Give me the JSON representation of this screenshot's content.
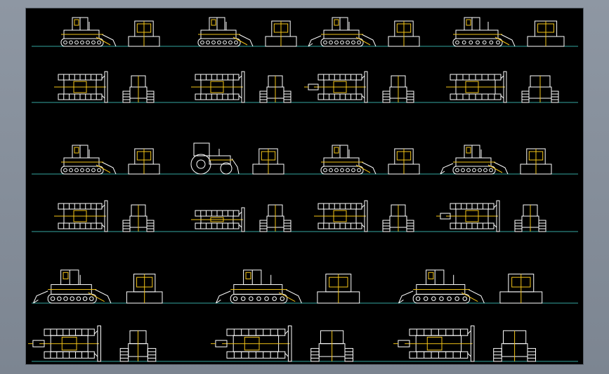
{
  "drawing": {
    "rows": [
      {
        "view": "side",
        "machines": [
          {
            "kind": "crawler-dozer-small",
            "end": "rear"
          },
          {
            "kind": "crawler-dozer-small",
            "end": "rear"
          },
          {
            "kind": "crawler-dozer-ripper",
            "end": "rear"
          },
          {
            "kind": "crawler-dozer-large",
            "end": "rear"
          }
        ]
      },
      {
        "view": "top",
        "machines": [
          {
            "kind": "crawler-dozer-small",
            "end": "front"
          },
          {
            "kind": "crawler-dozer-small",
            "end": "front"
          },
          {
            "kind": "crawler-dozer-ripper",
            "end": "front"
          },
          {
            "kind": "crawler-dozer-large",
            "end": "front"
          }
        ]
      },
      {
        "view": "side",
        "machines": [
          {
            "kind": "crawler-dozer",
            "end": "rear"
          },
          {
            "kind": "wheel-tractor",
            "end": "front"
          },
          {
            "kind": "crawler-dozer-cab",
            "end": "rear"
          },
          {
            "kind": "crawler-dozer-ripper",
            "end": "rear"
          }
        ]
      },
      {
        "view": "top",
        "machines": [
          {
            "kind": "crawler-dozer",
            "end": "front"
          },
          {
            "kind": "wheel-tractor",
            "end": "front"
          },
          {
            "kind": "crawler-dozer-cab",
            "end": "front"
          },
          {
            "kind": "crawler-dozer-ripper",
            "end": "front"
          }
        ]
      },
      {
        "view": "side",
        "machines": [
          {
            "kind": "crawler-dozer-ripper",
            "end": "rear"
          },
          {
            "kind": "crawler-dozer-ripper-large",
            "end": "rear"
          },
          {
            "kind": "crawler-dozer-ripper-xl",
            "end": "rear"
          }
        ]
      },
      {
        "view": "top",
        "machines": [
          {
            "kind": "crawler-dozer-ripper",
            "end": "front"
          },
          {
            "kind": "crawler-dozer-ripper-large",
            "end": "front"
          },
          {
            "kind": "crawler-dozer-ripper-xl",
            "end": "front"
          }
        ]
      }
    ]
  },
  "colors": {
    "background": "#000000",
    "outline": "#ffffff",
    "detail": "#f2c318",
    "ground_line": "#35a6a0",
    "frame": "#7f8894"
  }
}
